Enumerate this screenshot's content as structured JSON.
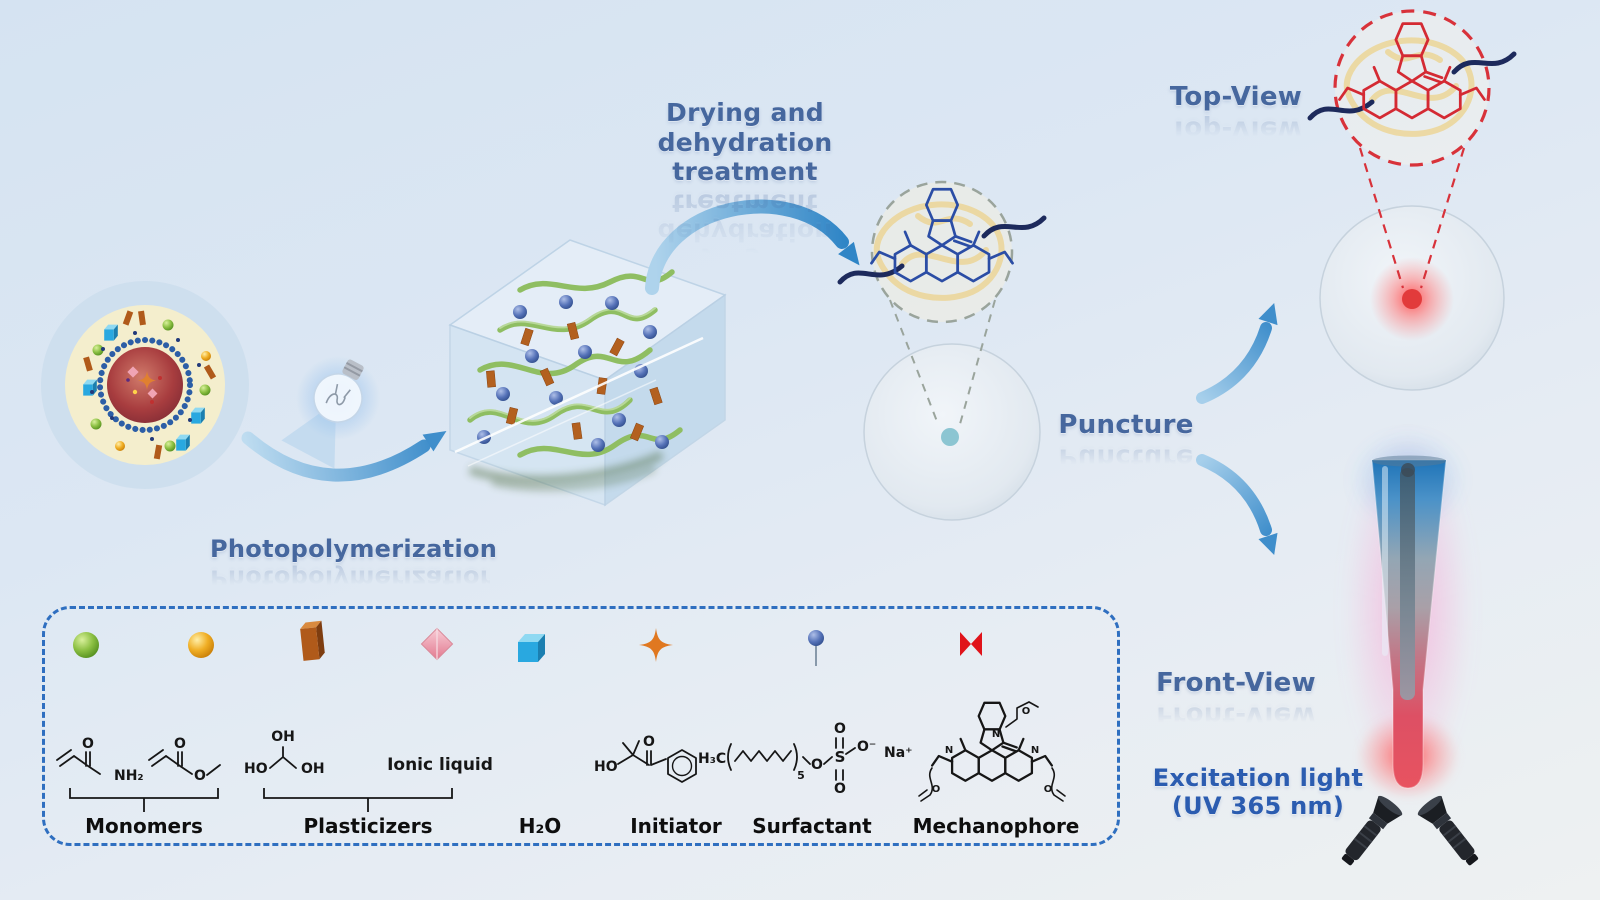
{
  "figure_labels": {
    "photopolymerization": "Photopolymerization",
    "drying_line1": "Drying and",
    "drying_line2": "dehydration treatment",
    "puncture": "Puncture",
    "top_view": "Top-View",
    "front_view": "Front-View",
    "excitation_line1": "Excitation light",
    "excitation_line2": "(UV 365 nm)"
  },
  "legend": {
    "labels": {
      "monomers": "Monomers",
      "plasticizers": "Plasticizers",
      "water": "H₂O",
      "initiator": "Initiator",
      "surfactant": "Surfactant",
      "mechanophore": "Mechanophore"
    },
    "chem": {
      "ionic_liquid": "Ionic liquid",
      "o": "O",
      "o_minus": "O⁻",
      "nh2": "NH₂",
      "ho": "HO",
      "oh": "OH",
      "h3c": "H₃C",
      "na_plus": "Na⁺",
      "s": "S",
      "n": "N",
      "repeat_count": "5"
    },
    "icon_names": [
      "monomer-sphere-green",
      "monomer-sphere-yellow",
      "plasticizer-brick-orange",
      "plasticizer-diamond-pink",
      "water-cube-blue",
      "initiator-sparkle-orange",
      "surfactant-pin-blue",
      "mechanophore-bowtie-red"
    ]
  },
  "colors": {
    "label_blue": "#46679e",
    "legend_border_blue": "#2f6fc0",
    "arrow_blue": "#3f8ecb",
    "molecule_blue": "#2b4da5",
    "mechanophore_red": "#d42a33",
    "polymer_green": "#86b95e",
    "chain_navy": "#1d2a5c",
    "capsule_tan": "#ecd8a0"
  }
}
